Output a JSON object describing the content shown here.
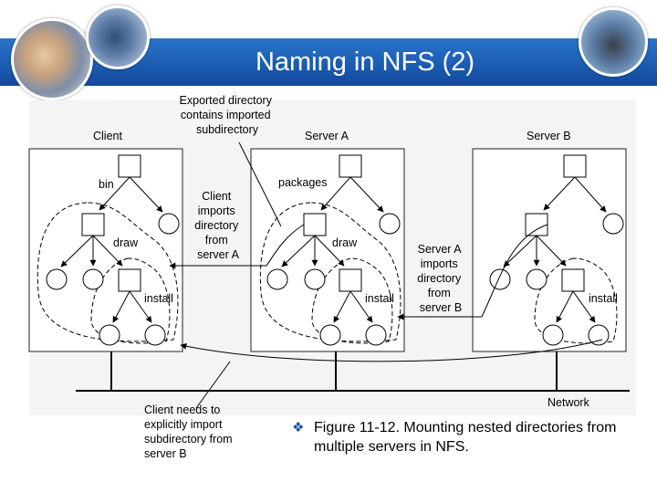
{
  "slide": {
    "title": "Naming in NFS (2)"
  },
  "diagram": {
    "exported_note": [
      "Exported directory",
      "contains imported",
      "subdirectory"
    ],
    "client_label": "Client",
    "server_a_label": "Server A",
    "server_b_label": "Server B",
    "bin_label": "bin",
    "packages_label": "packages",
    "draw_label": "draw",
    "install_label": "install",
    "client_imports_note": [
      "Client",
      "imports",
      "directory",
      "from",
      "server A"
    ],
    "server_a_imports_note": [
      "Server A",
      "imports",
      "directory",
      "from",
      "server B"
    ],
    "client_needs_note": [
      "Client needs to",
      "explicitly import",
      "subdirectory from",
      "server B"
    ],
    "network_label": "Network"
  },
  "caption": {
    "bullet_icon": "diamond-bullet-icon",
    "text": "Figure 11-12. Mounting nested directories from multiple servers in NFS."
  }
}
